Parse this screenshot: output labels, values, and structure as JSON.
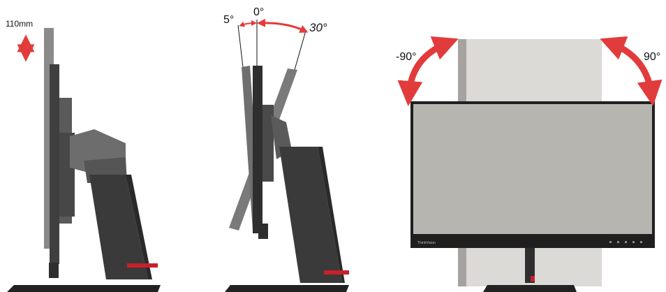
{
  "panels": {
    "height": {
      "label": "110mm"
    },
    "tilt": {
      "back_label": "5°",
      "zero_label": "0°",
      "forward_label": "30°"
    },
    "pivot": {
      "left_label": "-90°",
      "right_label": "90°",
      "logo_text": "ThinkVision"
    }
  },
  "colors": {
    "arrow": "#e23b3b",
    "stand_dark": "#3a3a3a",
    "stand_mid": "#5a5a5a",
    "body_grey": "#787878",
    "screen_grey": "#b7b5af",
    "ghost_grey": "#dcdad6",
    "red_accent": "#c8202b"
  }
}
